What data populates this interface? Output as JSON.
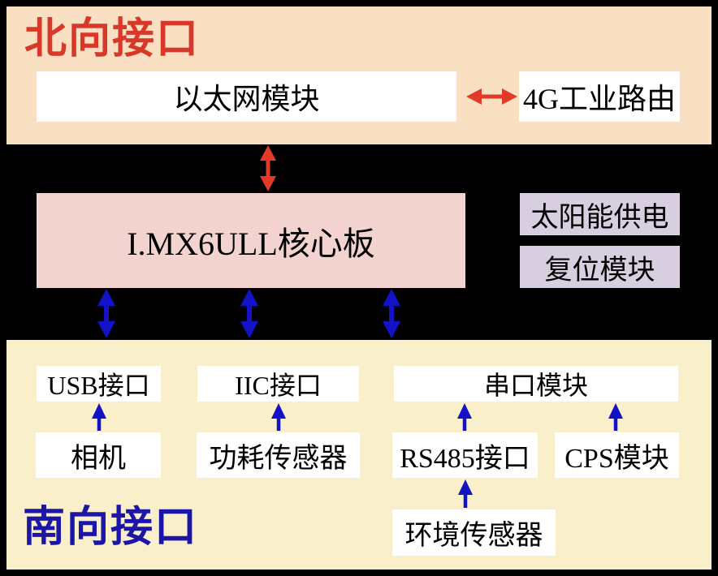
{
  "colors": {
    "background": "#000000",
    "north_bg": "#f9e0c3",
    "south_bg": "#faefcb",
    "box_bg": "#ffffff",
    "core_bg": "#f2d3d0",
    "side_bg": "#d7cfdf",
    "red": "#d8382a",
    "red_arrow": "#e23a28",
    "blue": "#1c16a8",
    "blue_arrow": "#1412c6",
    "text": "#000000"
  },
  "north": {
    "title": "北向接口",
    "ethernet_label": "以太网模块",
    "router_label": "4G工业路由"
  },
  "core": {
    "label": "I.MX6ULL核心板"
  },
  "power": {
    "solar_label": "太阳能供电",
    "reset_label": "复位模块"
  },
  "south": {
    "title": "南向接口",
    "usb_label": "USB接口",
    "iic_label": "IIC接口",
    "serial_label": "串口模块",
    "camera_label": "相机",
    "power_sensor_label": "功耗传感器",
    "rs485_label": "RS485接口",
    "cps_label": "CPS模块",
    "env_sensor_label": "环境传感器"
  },
  "connections": [
    {
      "from": "以太网模块",
      "to": "4G工业路由",
      "type": "bidirectional",
      "color": "red"
    },
    {
      "from": "以太网模块",
      "to": "I.MX6ULL核心板",
      "type": "bidirectional",
      "color": "red"
    },
    {
      "from": "I.MX6ULL核心板",
      "to": "USB接口",
      "type": "bidirectional",
      "color": "blue"
    },
    {
      "from": "I.MX6ULL核心板",
      "to": "IIC接口",
      "type": "bidirectional",
      "color": "blue"
    },
    {
      "from": "I.MX6ULL核心板",
      "to": "串口模块",
      "type": "bidirectional",
      "color": "blue"
    },
    {
      "from": "相机",
      "to": "USB接口",
      "type": "unidirectional",
      "color": "blue"
    },
    {
      "from": "功耗传感器",
      "to": "IIC接口",
      "type": "unidirectional",
      "color": "blue"
    },
    {
      "from": "RS485接口",
      "to": "串口模块",
      "type": "unidirectional",
      "color": "blue"
    },
    {
      "from": "CPS模块",
      "to": "串口模块",
      "type": "unidirectional",
      "color": "blue"
    },
    {
      "from": "环境传感器",
      "to": "RS485接口",
      "type": "unidirectional",
      "color": "blue"
    }
  ]
}
